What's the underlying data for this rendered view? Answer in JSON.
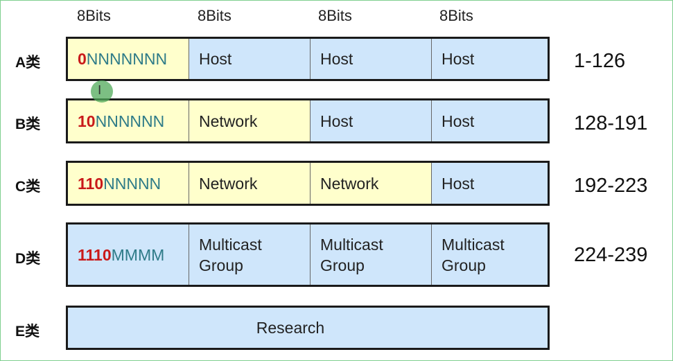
{
  "bit_headers": [
    "8Bits",
    "8Bits",
    "8Bits",
    "8Bits"
  ],
  "classes": [
    {
      "label": "A类",
      "range": "1-126",
      "prefix": "0",
      "rest": "NNNNNNN",
      "cells": [
        "Host",
        "Host",
        "Host"
      ]
    },
    {
      "label": "B类",
      "range": "128-191",
      "prefix": "10",
      "rest": "NNNNNN",
      "cells": [
        "Network",
        "Host",
        "Host"
      ]
    },
    {
      "label": "C类",
      "range": "192-223",
      "prefix": "110",
      "rest": "NNNNN",
      "cells": [
        "Network",
        "Network",
        "Host"
      ]
    },
    {
      "label": "D类",
      "range": "224-239",
      "prefix": "1110",
      "rest": "MMMM",
      "cells": [
        {
          "line1": "Multicast",
          "line2": "Group"
        },
        {
          "line1": "Multicast",
          "line2": "Group"
        },
        {
          "line1": "Multicast",
          "line2": "Group"
        }
      ]
    },
    {
      "label": "E类",
      "full": "Research"
    }
  ],
  "colors": {
    "network_fill": "#ffffcc",
    "host_fill": "#cfe6fb",
    "prefix_text": "#c91a1a",
    "suffix_text": "#2e7b88"
  },
  "cursor": {
    "glyph": "I"
  }
}
